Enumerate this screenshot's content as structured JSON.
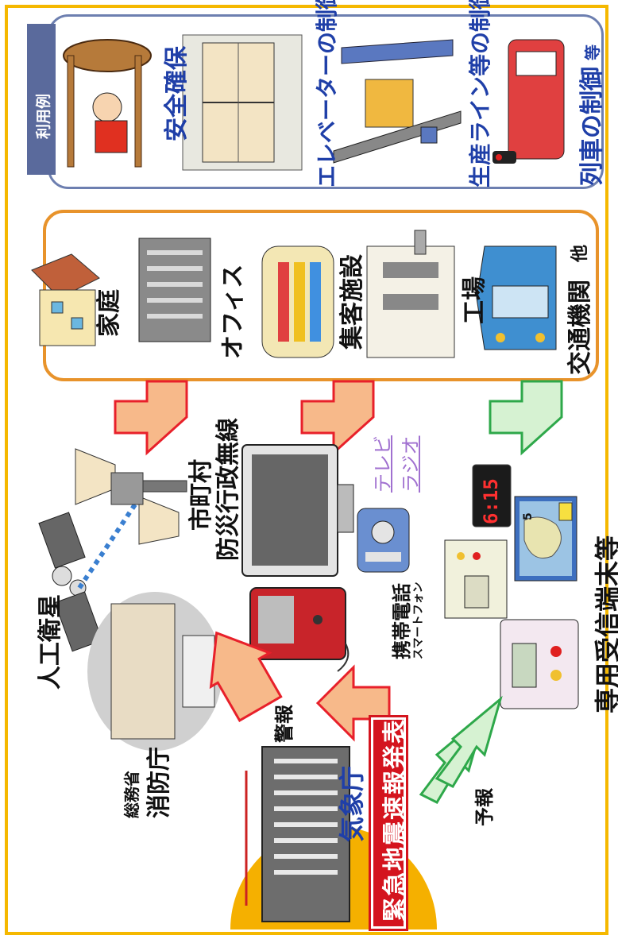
{
  "usage_examples": {
    "tab": "利用例",
    "items": [
      "安全確保",
      "エレベーターの制御",
      "生産ライン等の制御",
      "列車の制御"
    ],
    "suffix": "等"
  },
  "receivers": {
    "items": [
      "家庭",
      "オフィス",
      "集客施設",
      "工場",
      "交通機関"
    ],
    "suffix": "他"
  },
  "channels": {
    "satellite": "人工衛星",
    "fire_agency_org": "総務省",
    "fire_agency": "消防庁",
    "municipal_radio_line1": "市町村",
    "municipal_radio_line2": "防災行政無線",
    "tv": "テレビ",
    "radio": "ラジオ",
    "mobile": "携帯電話",
    "smartphone": "スマートフォン",
    "dedicated_terminal": "専用受信端末等",
    "clock_display": "6:15",
    "seismic_intensity": "5"
  },
  "source": {
    "agency": "気象庁",
    "announcement": "緊急地震速報発表",
    "warning_label": "警報",
    "forecast_label": "予報"
  },
  "colors": {
    "frame": "#f5b800",
    "usage_border": "#6d7fb0",
    "usage_tab_bg": "#5a6a9c",
    "receiver_border": "#e8932b",
    "text_blue": "#1f3fa8",
    "arrow_warning_stroke": "#e8202a",
    "arrow_warning_fill": "#f7b98a",
    "arrow_forecast_stroke": "#2ea84a",
    "arrow_forecast_fill": "#d6f2d2",
    "link_purple": "#a070d0",
    "announcement_bg": "#d4141e",
    "sun": "#f5b000"
  }
}
